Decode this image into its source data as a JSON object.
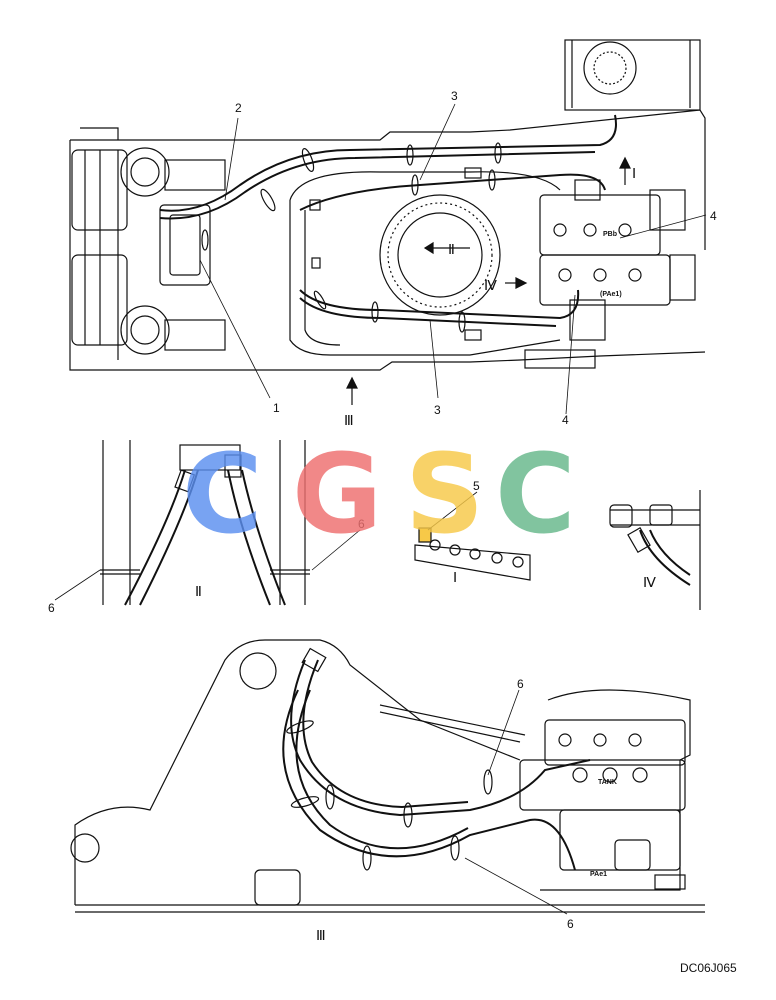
{
  "labels": {
    "n1": "1",
    "n2": "2",
    "n3a": "3",
    "n3b": "3",
    "n4a": "4",
    "n4b": "4",
    "n5": "5",
    "n6a": "6",
    "n6b": "6",
    "n6c": "6",
    "n6d": "6"
  },
  "views": {
    "I": "Ⅰ",
    "II": "Ⅱ",
    "III": "Ⅲ",
    "IV": "Ⅳ"
  },
  "ports": {
    "pbb": "PBb",
    "pae1_top": "(PAe1)",
    "tank": "TANK",
    "pae1_bottom": "PAe1"
  },
  "watermark": {
    "c1": "C",
    "g": "G",
    "s": "S",
    "c2": "C",
    "colors": {
      "c1": "#5b8ff0",
      "g": "#ee6f6f",
      "s": "#f7c948",
      "c2": "#66b88a"
    }
  },
  "drawing_code": "DC06J065"
}
